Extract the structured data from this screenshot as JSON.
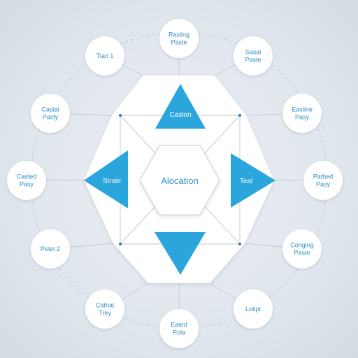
{
  "hub": {
    "label": "Alocation"
  },
  "triangles": [
    {
      "id": "top",
      "label": "Caslon"
    },
    {
      "id": "left",
      "label": "Strste"
    },
    {
      "id": "right",
      "label": "Teal"
    },
    {
      "id": "bottom",
      "label": ""
    }
  ],
  "nodes": [
    {
      "lines": [
        "Rasling",
        "Paste"
      ]
    },
    {
      "lines": [
        "Sasal",
        "Paste"
      ]
    },
    {
      "lines": [
        "Eastine",
        "Pasy"
      ]
    },
    {
      "lines": [
        "Pathed",
        "Pasy"
      ]
    },
    {
      "lines": [
        "Conging",
        "Paste"
      ]
    },
    {
      "lines": [
        "Lotipt"
      ]
    },
    {
      "lines": [
        "Eated",
        "Pola"
      ]
    },
    {
      "lines": [
        "Catrial",
        "Trey"
      ]
    },
    {
      "lines": [
        "Pelet 2"
      ]
    },
    {
      "lines": [
        "Casted",
        "Pasy"
      ]
    },
    {
      "lines": [
        "Castal",
        "Pasty"
      ]
    },
    {
      "lines": [
        "Tian 1"
      ]
    }
  ],
  "colors": {
    "accent": "#2aa6dc",
    "label": "#2f8fc7",
    "card": "#ffffff"
  }
}
